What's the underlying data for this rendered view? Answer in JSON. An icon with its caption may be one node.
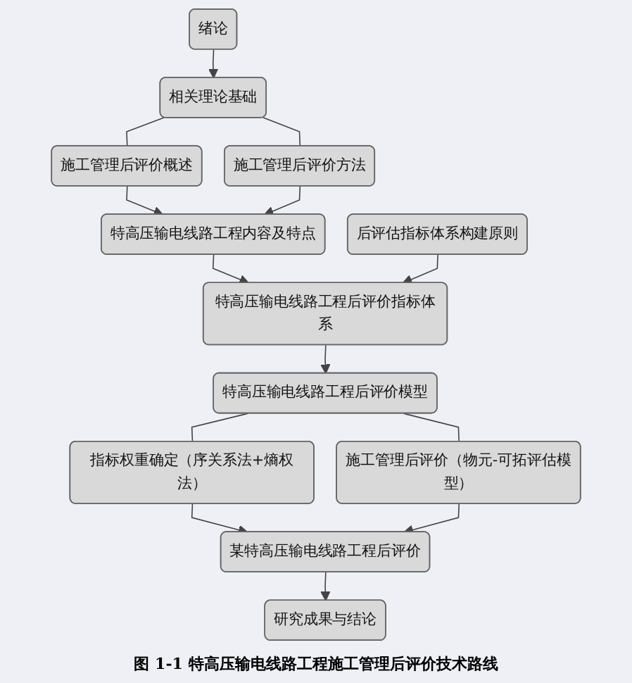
{
  "diagram": {
    "caption": "图 1-1 特高压输电线路工程施工管理后评价技术路线",
    "nodes": [
      {
        "text": [
          "绪论"
        ]
      },
      {
        "text": [
          "相关理论基础"
        ]
      },
      {
        "text": [
          "施工管理后评价概述"
        ]
      },
      {
        "text": [
          "施工管理后评价方法"
        ]
      },
      {
        "text": [
          "特高压输电线路工程内容及特点"
        ]
      },
      {
        "text": [
          "后评估指标体系构建原则"
        ]
      },
      {
        "text": [
          "特高压输电线路工程后评价指标体系"
        ]
      },
      {
        "text": [
          "特高压输电线路工程后评价模型"
        ]
      },
      {
        "text": [
          "指标权重确定（序关系法+熵权法）"
        ]
      },
      {
        "text": [
          "施工管理后评价（物元-可拓评估模型）"
        ]
      },
      {
        "text": [
          "某特高压输电线路工程后评价"
        ]
      },
      {
        "text": [
          "研究成果与结论"
        ]
      }
    ],
    "edges": [
      {
        "from": 0,
        "to": 1,
        "arrow": "to"
      },
      {
        "from": 1,
        "to": 2,
        "arrow": "none"
      },
      {
        "from": 1,
        "to": 3,
        "arrow": "none"
      },
      {
        "from": 2,
        "to": 4,
        "arrow": "to"
      },
      {
        "from": 3,
        "to": 4,
        "arrow": "to"
      },
      {
        "from": 4,
        "to": 6,
        "arrow": "to"
      },
      {
        "from": 5,
        "to": 6,
        "arrow": "to"
      },
      {
        "from": 6,
        "to": 7,
        "arrow": "to"
      },
      {
        "from": 7,
        "to": 8,
        "arrow": "none"
      },
      {
        "from": 7,
        "to": 9,
        "arrow": "none"
      },
      {
        "from": 8,
        "to": 10,
        "arrow": "to"
      },
      {
        "from": 9,
        "to": 10,
        "arrow": "to"
      },
      {
        "from": 10,
        "to": 11,
        "arrow": "to"
      }
    ]
  }
}
